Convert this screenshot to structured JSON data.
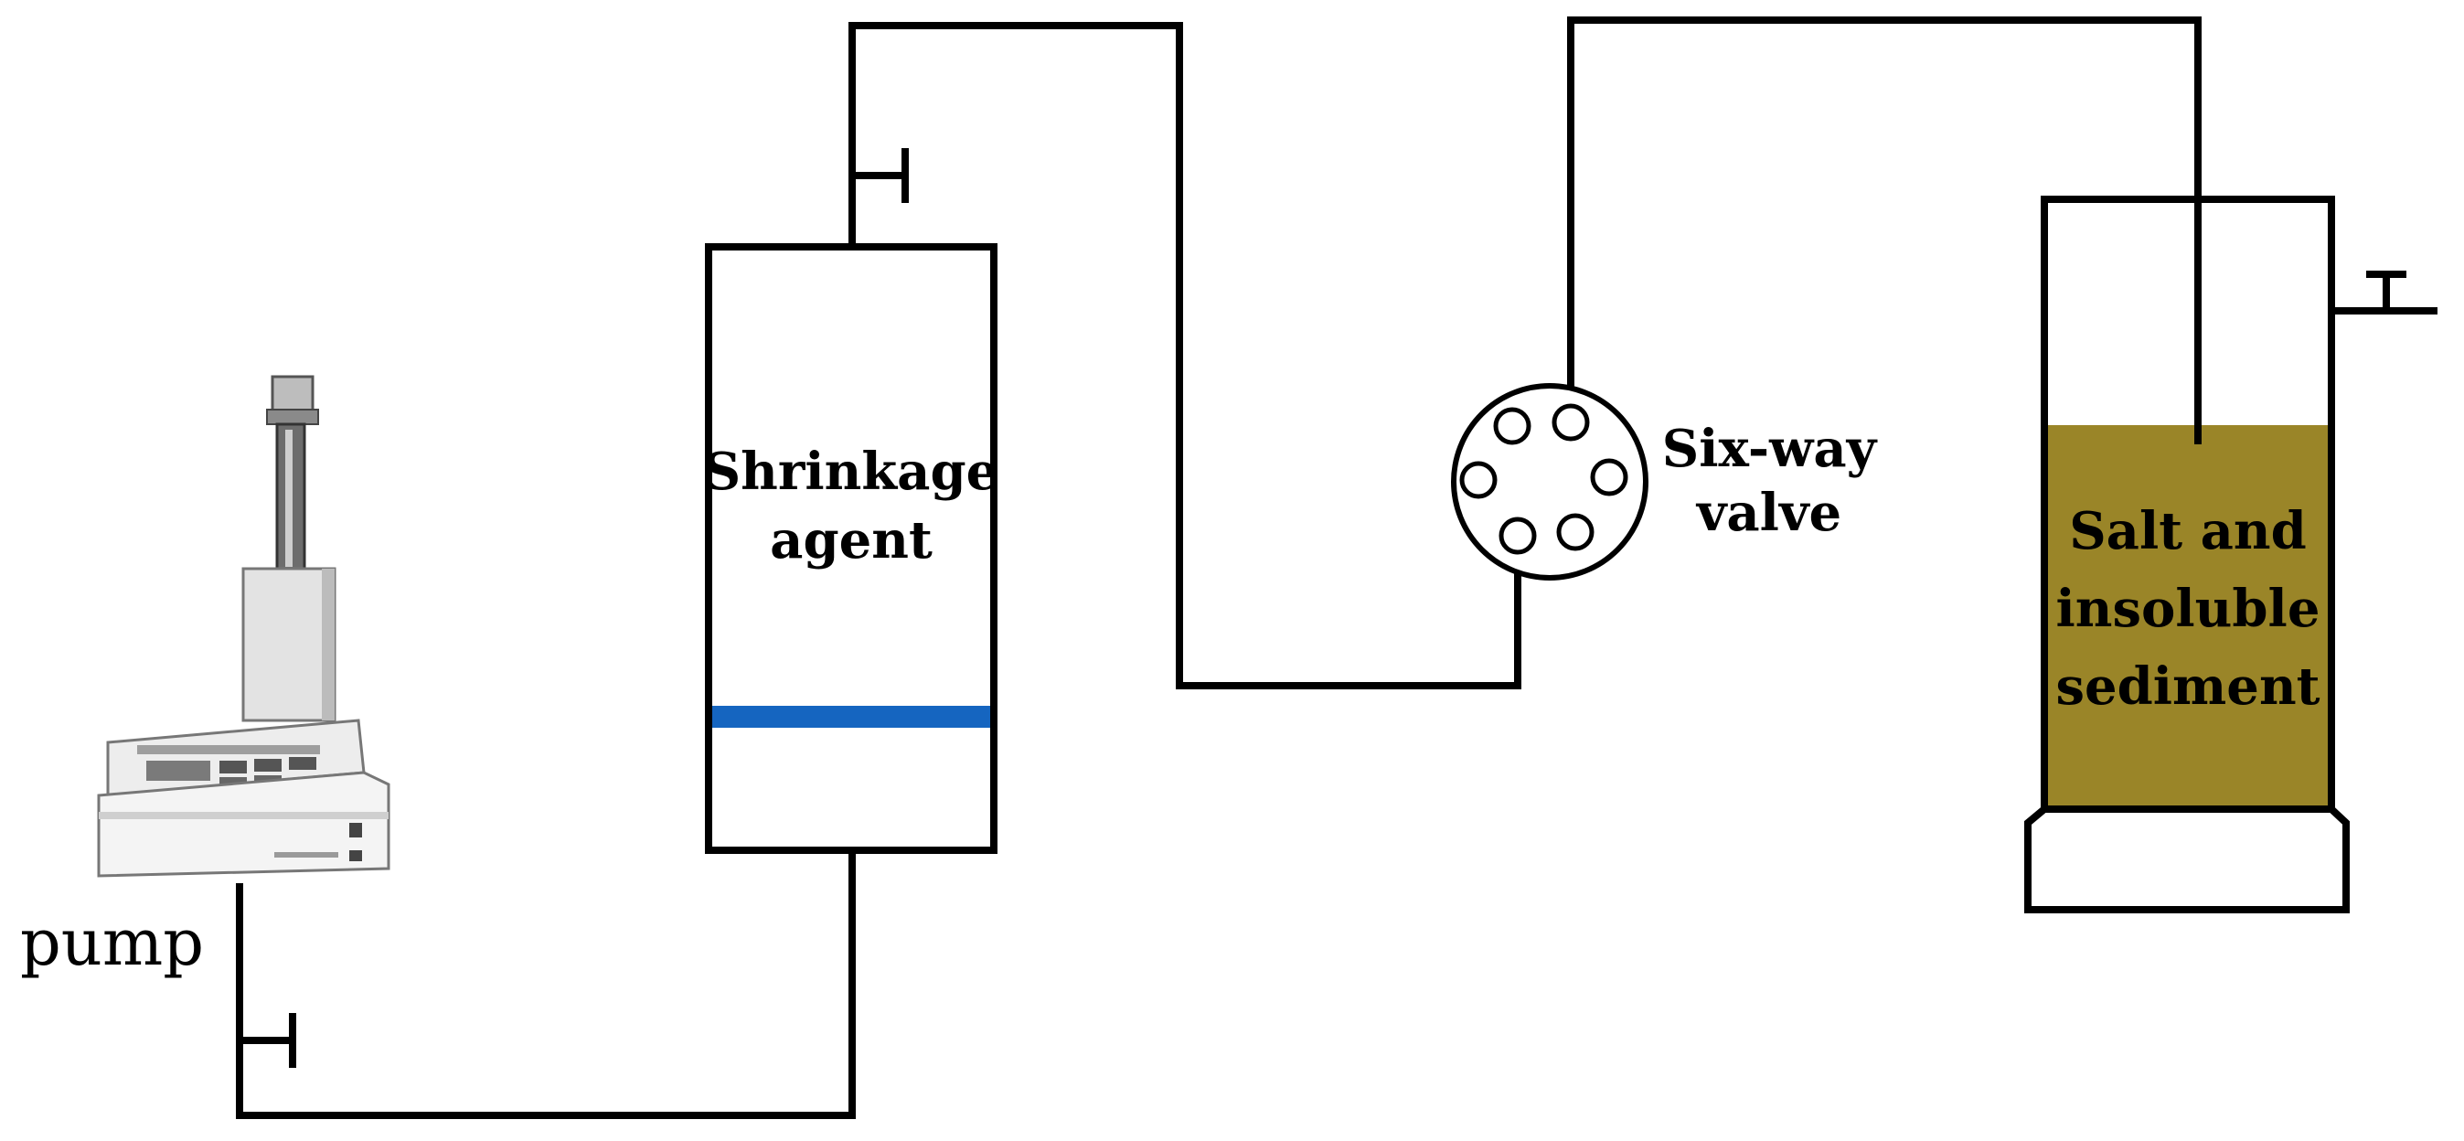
{
  "labels": {
    "pump": "pump",
    "agent_line1": "Shrinkage",
    "agent_line2": "agent",
    "valve_line1": "Six-way",
    "valve_line2": "valve",
    "sediment_line1": "Salt and",
    "sediment_line2": "insoluble",
    "sediment_line3": "sediment"
  },
  "colors": {
    "piston": "#1565c0",
    "sediment": "#9a8528",
    "line": "#000000"
  },
  "icons": {
    "pump": "syringe-pump-icon",
    "valve": "six-way-valve-icon"
  }
}
